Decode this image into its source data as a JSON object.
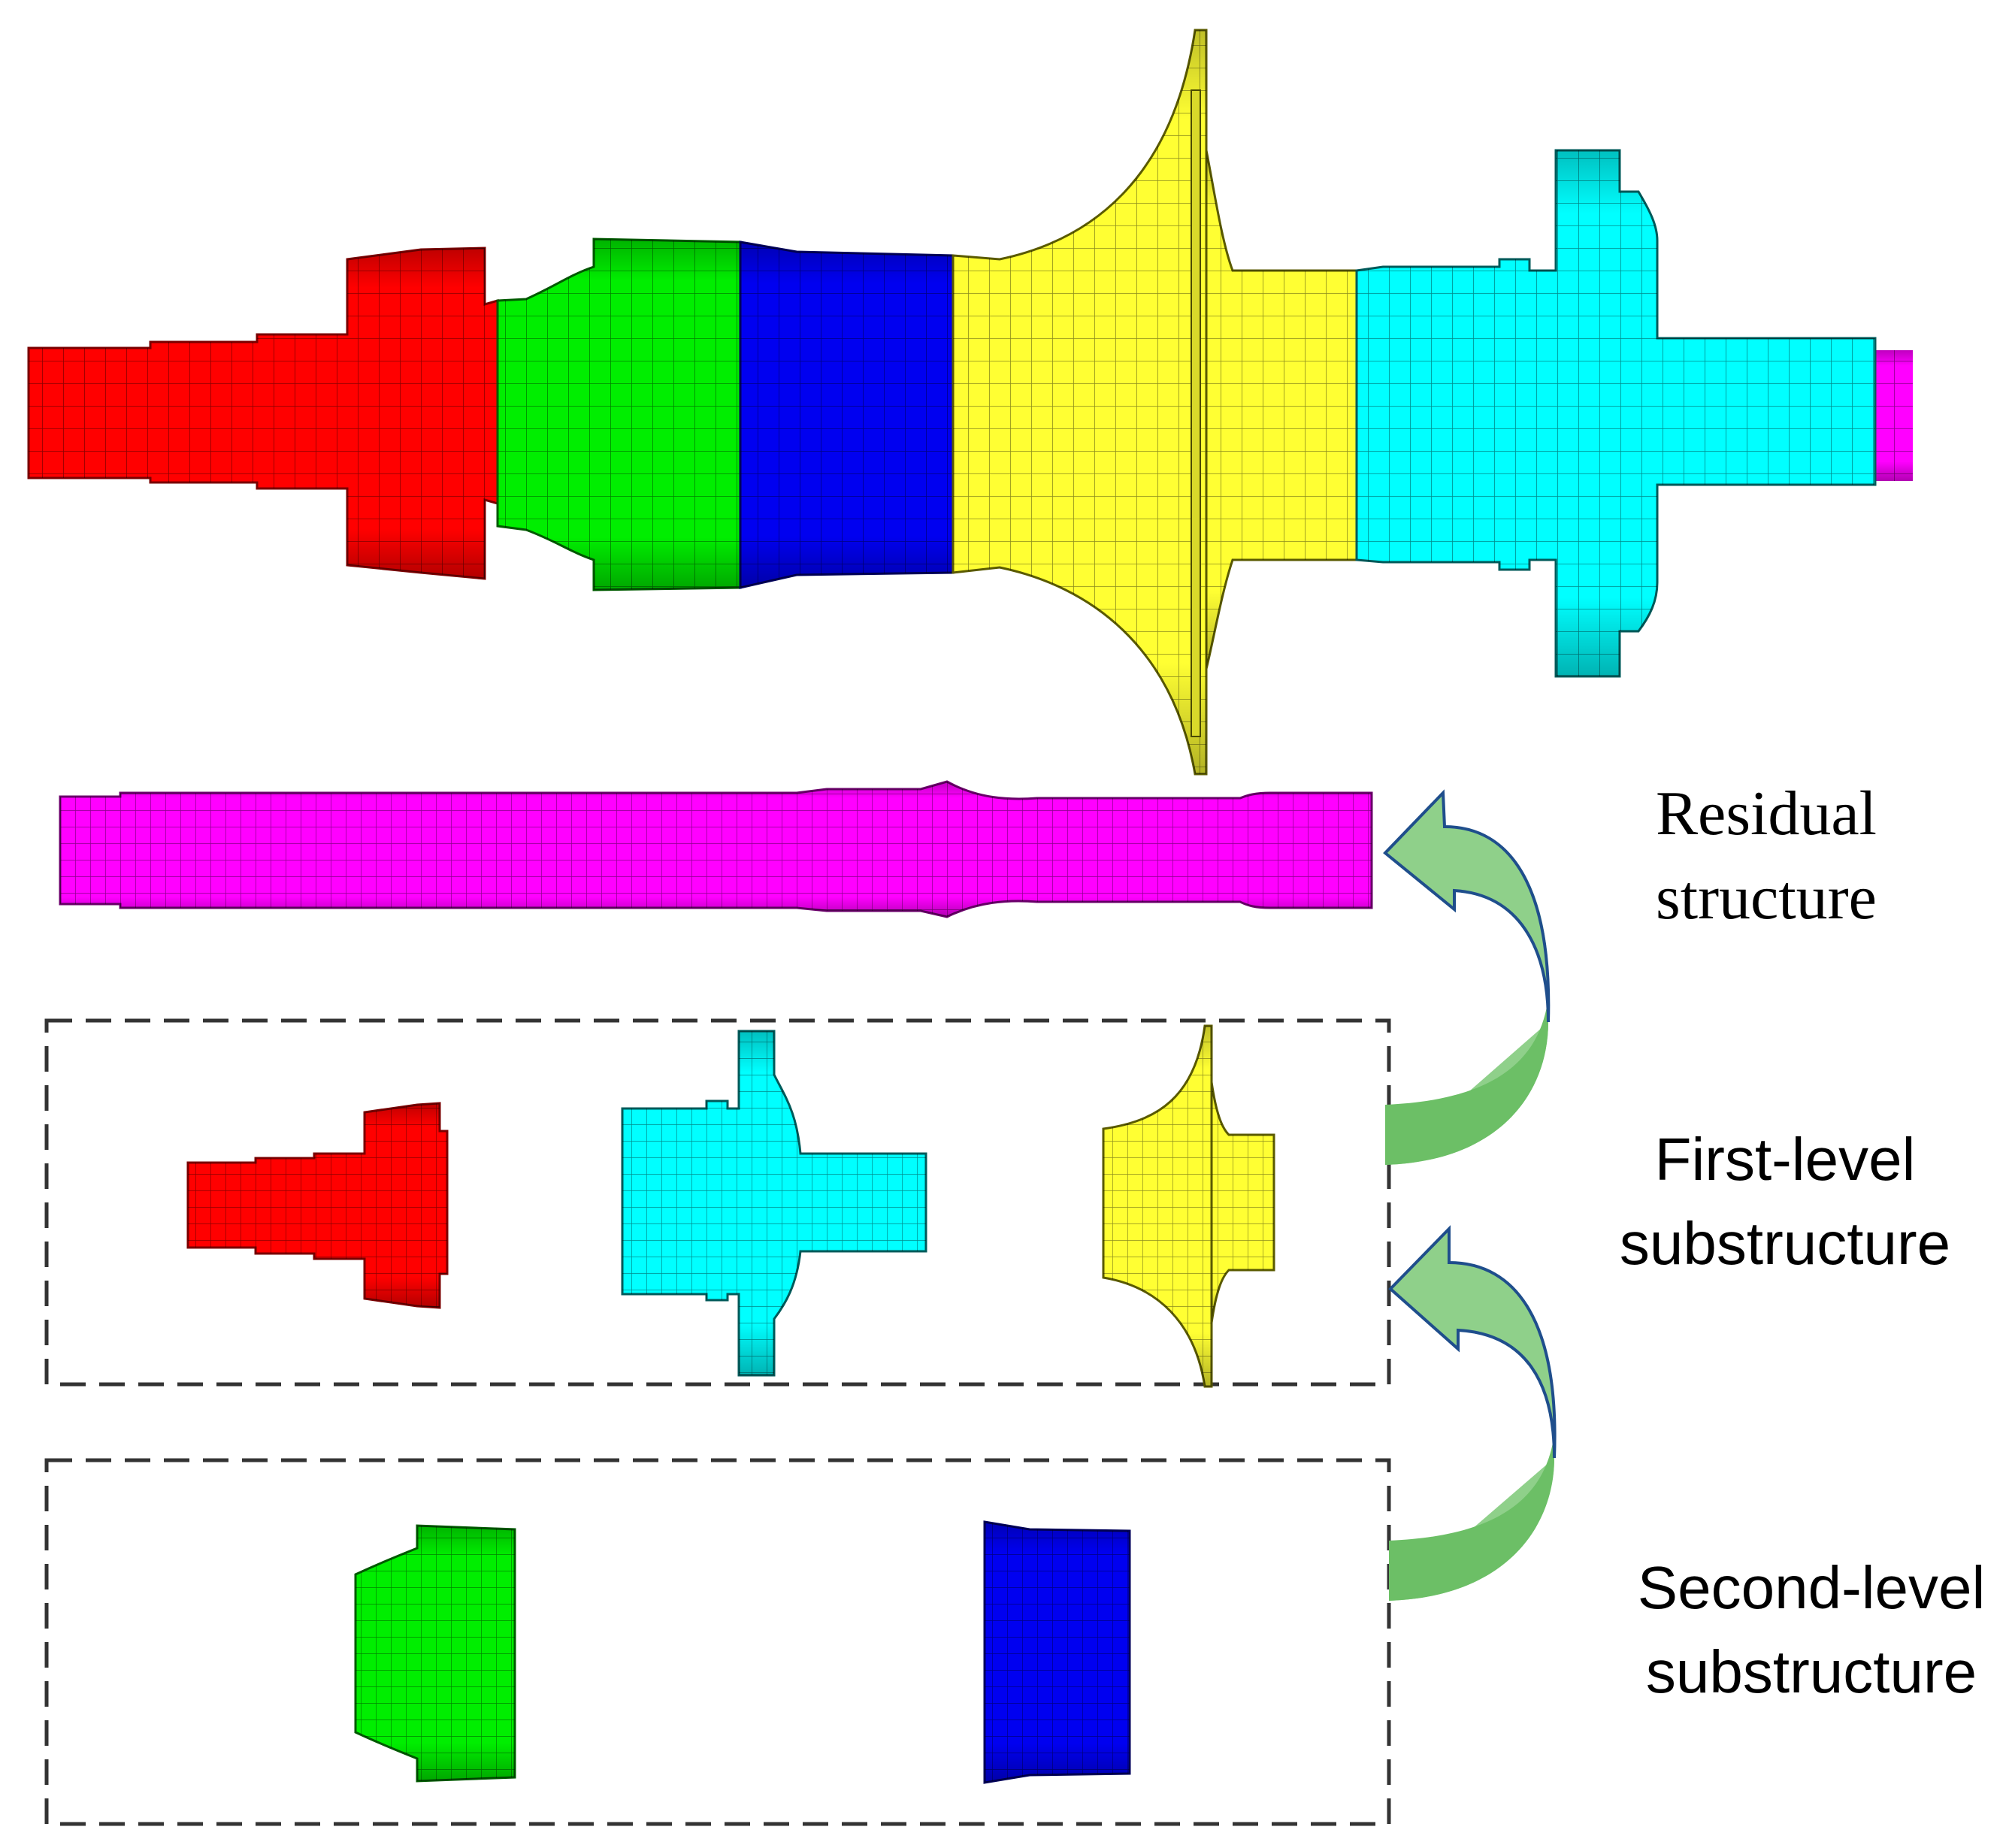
{
  "labels": {
    "residual_line1": "Residual",
    "residual_line2": "structure",
    "first_line1": "First-level",
    "first_line2": "substructure",
    "second_line1": "Second-level",
    "second_line2": "substructure"
  },
  "colors": {
    "red": "#ff0000",
    "green": "#00ee00",
    "blue": "#0000f0",
    "yellow": "#ffff33",
    "cyan": "#00ffff",
    "magenta": "#ff00ff",
    "arrow_fill": "#8fd08a",
    "arrow_dark": "#6cbf66",
    "arrow_stroke": "#1f4e8c",
    "dash_box": "#333333"
  },
  "groups": [
    {
      "name": "full-rotor-assembly",
      "parts": [
        "red",
        "green",
        "blue",
        "yellow",
        "cyan",
        "magenta"
      ]
    },
    {
      "name": "residual-structure",
      "parts": [
        "magenta"
      ]
    },
    {
      "name": "first-level-substructure",
      "parts": [
        "red",
        "cyan",
        "yellow"
      ]
    },
    {
      "name": "second-level-substructure",
      "parts": [
        "green",
        "blue"
      ]
    }
  ]
}
